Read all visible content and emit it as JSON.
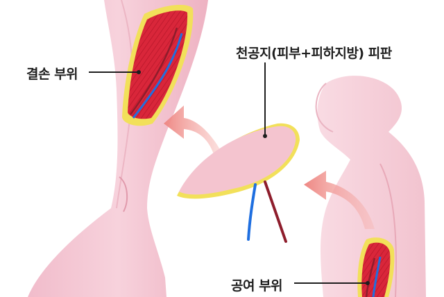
{
  "labels": {
    "defect_site": "결손 부위",
    "flap": "천공지(피부+피하지방) 피판",
    "donor_site": "공여 부위"
  },
  "colors": {
    "skin": "#f4c9d2",
    "skin_dark": "#e9a9b7",
    "muscle": "#d9263a",
    "fat": "#f2e05a",
    "vein": "#1f6fe0",
    "artery": "#8e1d2c",
    "arrow": "#ef8f8c"
  }
}
